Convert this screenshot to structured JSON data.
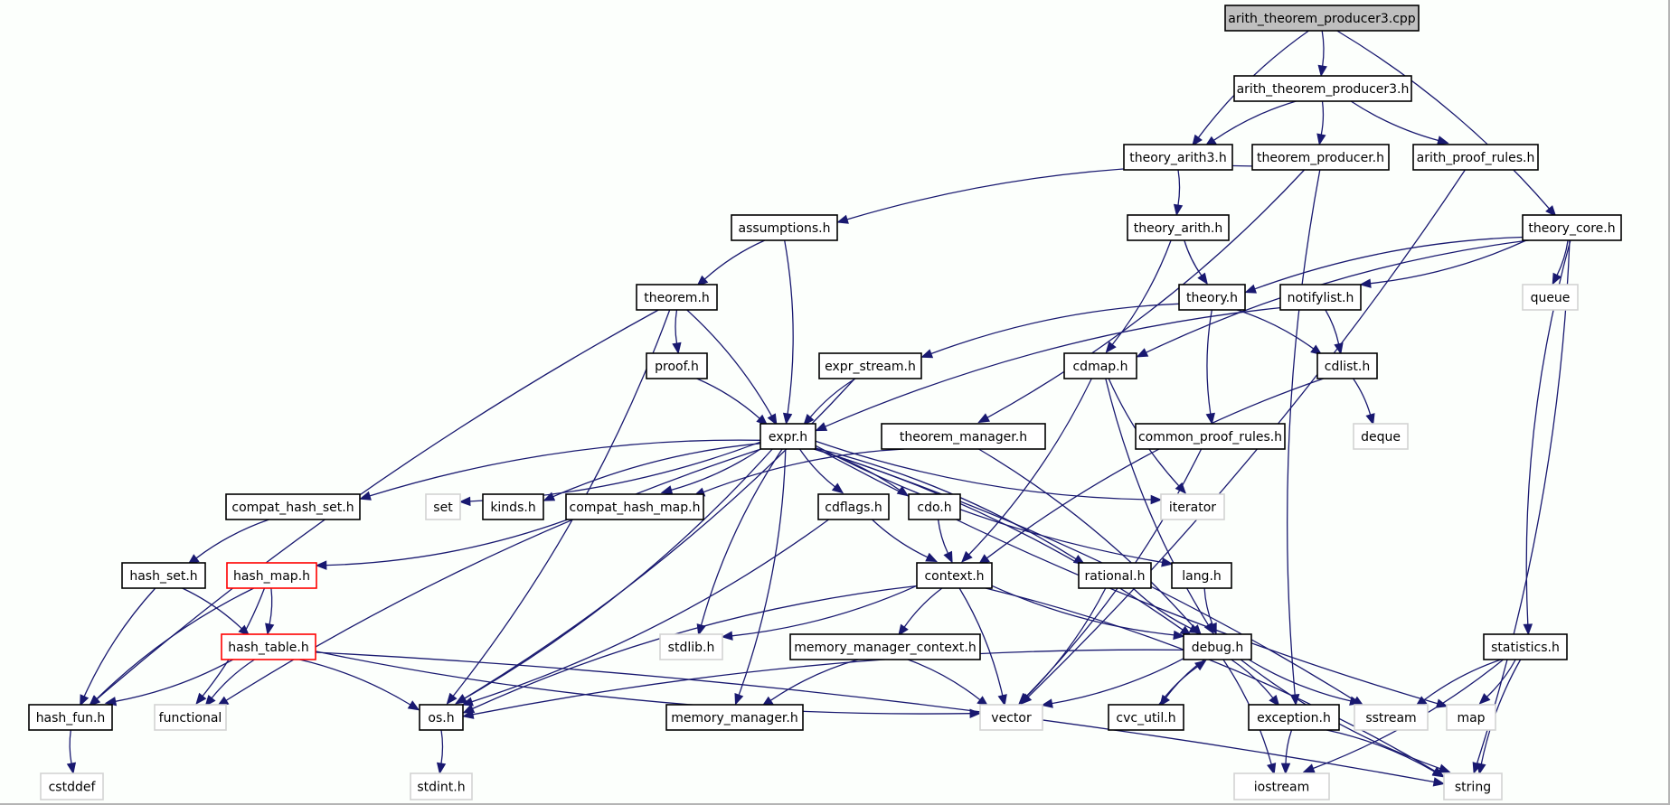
{
  "title": "arith_theorem_producer3.cpp include dependency graph",
  "colors": {
    "edge": "#191970",
    "root_fill": "#bfbfbf",
    "node_fill": "#ffffff",
    "node_border": "#000000",
    "missing_border": "#d3d3d3",
    "truncated_border": "#ff0000"
  },
  "nodes": [
    {
      "id": "cpp",
      "label": "arith_theorem_producer3.cpp",
      "kind": "root"
    },
    {
      "id": "atp3h",
      "label": "arith_theorem_producer3.h",
      "kind": "normal"
    },
    {
      "id": "theory_arith3",
      "label": "theory_arith3.h",
      "kind": "normal"
    },
    {
      "id": "theorem_producer",
      "label": "theorem_producer.h",
      "kind": "normal"
    },
    {
      "id": "arith_proof_rules",
      "label": "arith_proof_rules.h",
      "kind": "normal"
    },
    {
      "id": "theory_core",
      "label": "theory_core.h",
      "kind": "normal"
    },
    {
      "id": "theory_arith",
      "label": "theory_arith.h",
      "kind": "normal"
    },
    {
      "id": "assumptions",
      "label": "assumptions.h",
      "kind": "normal"
    },
    {
      "id": "theorem",
      "label": "theorem.h",
      "kind": "normal"
    },
    {
      "id": "theory",
      "label": "theory.h",
      "kind": "normal"
    },
    {
      "id": "notifylist",
      "label": "notifylist.h",
      "kind": "normal"
    },
    {
      "id": "queue",
      "label": "queue",
      "kind": "system"
    },
    {
      "id": "proof",
      "label": "proof.h",
      "kind": "normal"
    },
    {
      "id": "expr_stream",
      "label": "expr_stream.h",
      "kind": "normal"
    },
    {
      "id": "cdmap",
      "label": "cdmap.h",
      "kind": "normal"
    },
    {
      "id": "cdlist",
      "label": "cdlist.h",
      "kind": "normal"
    },
    {
      "id": "expr",
      "label": "expr.h",
      "kind": "normal"
    },
    {
      "id": "theorem_manager",
      "label": "theorem_manager.h",
      "kind": "normal"
    },
    {
      "id": "common_proof_rules",
      "label": "common_proof_rules.h",
      "kind": "normal"
    },
    {
      "id": "deque",
      "label": "deque",
      "kind": "system"
    },
    {
      "id": "compat_hash_set",
      "label": "compat_hash_set.h",
      "kind": "normal"
    },
    {
      "id": "set",
      "label": "set",
      "kind": "system"
    },
    {
      "id": "kinds",
      "label": "kinds.h",
      "kind": "normal"
    },
    {
      "id": "compat_hash_map",
      "label": "compat_hash_map.h",
      "kind": "normal"
    },
    {
      "id": "cdflags",
      "label": "cdflags.h",
      "kind": "normal"
    },
    {
      "id": "cdo",
      "label": "cdo.h",
      "kind": "normal"
    },
    {
      "id": "iterator",
      "label": "iterator",
      "kind": "system"
    },
    {
      "id": "hash_set",
      "label": "hash_set.h",
      "kind": "normal"
    },
    {
      "id": "hash_map",
      "label": "hash_map.h",
      "kind": "truncated"
    },
    {
      "id": "context",
      "label": "context.h",
      "kind": "normal"
    },
    {
      "id": "rational",
      "label": "rational.h",
      "kind": "normal"
    },
    {
      "id": "lang",
      "label": "lang.h",
      "kind": "normal"
    },
    {
      "id": "hash_table",
      "label": "hash_table.h",
      "kind": "truncated"
    },
    {
      "id": "stdlib",
      "label": "stdlib.h",
      "kind": "system"
    },
    {
      "id": "mm_context",
      "label": "memory_manager_context.h",
      "kind": "normal"
    },
    {
      "id": "debug",
      "label": "debug.h",
      "kind": "normal"
    },
    {
      "id": "statistics",
      "label": "statistics.h",
      "kind": "normal"
    },
    {
      "id": "hash_fun",
      "label": "hash_fun.h",
      "kind": "normal"
    },
    {
      "id": "functional",
      "label": "functional",
      "kind": "system"
    },
    {
      "id": "os",
      "label": "os.h",
      "kind": "normal"
    },
    {
      "id": "memory_manager",
      "label": "memory_manager.h",
      "kind": "normal"
    },
    {
      "id": "vector",
      "label": "vector",
      "kind": "system"
    },
    {
      "id": "cvc_util",
      "label": "cvc_util.h",
      "kind": "normal"
    },
    {
      "id": "exception",
      "label": "exception.h",
      "kind": "normal"
    },
    {
      "id": "sstream",
      "label": "sstream",
      "kind": "system"
    },
    {
      "id": "map",
      "label": "map",
      "kind": "system"
    },
    {
      "id": "cstddef",
      "label": "cstddef",
      "kind": "system"
    },
    {
      "id": "stdint",
      "label": "stdint.h",
      "kind": "system"
    },
    {
      "id": "iostream",
      "label": "iostream",
      "kind": "system"
    },
    {
      "id": "string",
      "label": "string",
      "kind": "system"
    }
  ],
  "edges": [
    [
      "cpp",
      "atp3h"
    ],
    [
      "cpp",
      "theory_arith3"
    ],
    [
      "cpp",
      "theory_core"
    ],
    [
      "atp3h",
      "theory_arith3"
    ],
    [
      "atp3h",
      "theorem_producer"
    ],
    [
      "atp3h",
      "arith_proof_rules"
    ],
    [
      "theory_arith3",
      "theory_arith"
    ],
    [
      "theorem_producer",
      "assumptions"
    ],
    [
      "theorem_producer",
      "theorem_manager"
    ],
    [
      "theorem_producer",
      "exception"
    ],
    [
      "arith_proof_rules",
      "vector"
    ],
    [
      "theory_arith",
      "theory"
    ],
    [
      "theory_arith",
      "cdmap"
    ],
    [
      "theory_core",
      "theory"
    ],
    [
      "theory_core",
      "notifylist"
    ],
    [
      "theory_core",
      "cdmap"
    ],
    [
      "theory_core",
      "queue"
    ],
    [
      "theory_core",
      "statistics"
    ],
    [
      "theory_core",
      "string"
    ],
    [
      "assumptions",
      "theorem"
    ],
    [
      "assumptions",
      "expr"
    ],
    [
      "theorem",
      "proof"
    ],
    [
      "theorem",
      "expr"
    ],
    [
      "theorem",
      "hash_fun"
    ],
    [
      "theorem",
      "os"
    ],
    [
      "theory",
      "expr_stream"
    ],
    [
      "theory",
      "cdlist"
    ],
    [
      "theory",
      "common_proof_rules"
    ],
    [
      "notifylist",
      "cdlist"
    ],
    [
      "notifylist",
      "expr"
    ],
    [
      "proof",
      "expr"
    ],
    [
      "expr_stream",
      "expr"
    ],
    [
      "expr_stream",
      "os"
    ],
    [
      "cdmap",
      "iterator"
    ],
    [
      "cdmap",
      "context"
    ],
    [
      "cdmap",
      "debug"
    ],
    [
      "cdlist",
      "deque"
    ],
    [
      "cdlist",
      "context"
    ],
    [
      "common_proof_rules",
      "vector"
    ],
    [
      "theorem_manager",
      "compat_hash_map"
    ],
    [
      "theorem_manager",
      "debug"
    ],
    [
      "expr",
      "compat_hash_set"
    ],
    [
      "expr",
      "set"
    ],
    [
      "expr",
      "kinds"
    ],
    [
      "expr",
      "compat_hash_map"
    ],
    [
      "expr",
      "cdflags"
    ],
    [
      "expr",
      "cdo"
    ],
    [
      "expr",
      "iterator"
    ],
    [
      "expr",
      "rational"
    ],
    [
      "expr",
      "lang"
    ],
    [
      "expr",
      "os"
    ],
    [
      "expr",
      "stdlib"
    ],
    [
      "expr",
      "memory_manager"
    ],
    [
      "expr",
      "functional"
    ],
    [
      "expr",
      "sstream"
    ],
    [
      "expr",
      "map"
    ],
    [
      "expr",
      "debug"
    ],
    [
      "compat_hash_set",
      "hash_set"
    ],
    [
      "compat_hash_map",
      "hash_map"
    ],
    [
      "cdflags",
      "context"
    ],
    [
      "cdflags",
      "os"
    ],
    [
      "cdo",
      "context"
    ],
    [
      "hash_set",
      "hash_table"
    ],
    [
      "hash_set",
      "hash_fun"
    ],
    [
      "hash_map",
      "hash_table"
    ],
    [
      "hash_map",
      "hash_fun"
    ],
    [
      "hash_map",
      "functional"
    ],
    [
      "context",
      "mm_context"
    ],
    [
      "context",
      "stdlib"
    ],
    [
      "context",
      "os"
    ],
    [
      "context",
      "vector"
    ],
    [
      "context",
      "debug"
    ],
    [
      "context",
      "string"
    ],
    [
      "rational",
      "debug"
    ],
    [
      "rational",
      "vector"
    ],
    [
      "lang",
      "debug"
    ],
    [
      "hash_table",
      "hash_fun"
    ],
    [
      "hash_table",
      "functional"
    ],
    [
      "hash_table",
      "os"
    ],
    [
      "hash_table",
      "vector"
    ],
    [
      "hash_table",
      "string"
    ],
    [
      "mm_context",
      "memory_manager"
    ],
    [
      "mm_context",
      "vector"
    ],
    [
      "debug",
      "os"
    ],
    [
      "debug",
      "vector"
    ],
    [
      "debug",
      "cvc_util"
    ],
    [
      "debug",
      "exception"
    ],
    [
      "debug",
      "sstream"
    ],
    [
      "debug",
      "iostream"
    ],
    [
      "debug",
      "string"
    ],
    [
      "cvc_util",
      "debug"
    ],
    [
      "statistics",
      "sstream"
    ],
    [
      "statistics",
      "map"
    ],
    [
      "statistics",
      "string"
    ],
    [
      "statistics",
      "iostream"
    ],
    [
      "exception",
      "iostream"
    ],
    [
      "exception",
      "string"
    ],
    [
      "hash_fun",
      "cstddef"
    ],
    [
      "os",
      "stdint"
    ]
  ]
}
